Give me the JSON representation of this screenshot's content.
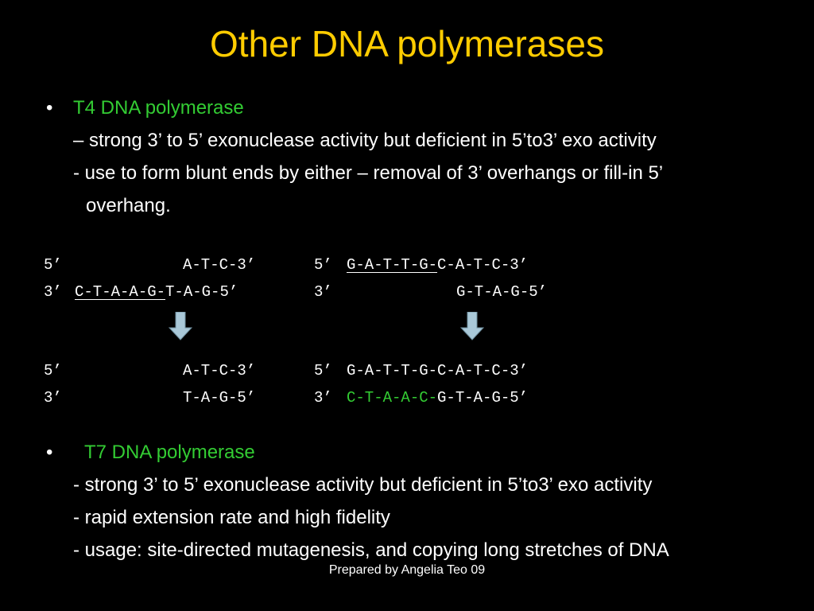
{
  "title": "Other DNA polymerases",
  "section1": {
    "bullet": "•",
    "heading": "T4 DNA polymerase",
    "lines": [
      "– strong 3’ to 5’ exonuclease activity but deficient in 5’to3’ exo activity",
      "- use to form blunt ends by either – removal of 3’ overhangs or fill-in 5’",
      "overhang."
    ]
  },
  "diagram": {
    "left_before": {
      "top_label": "5’",
      "top_seq": "A-T-C-3’",
      "bottom_label": "3’",
      "bottom_underlined": "C-T-A-A-G-",
      "bottom_rest": "T-A-G-5’"
    },
    "right_before": {
      "top_label": "5’",
      "top_underlined": "G-A-T-T-G-",
      "top_rest": "C-A-T-C-3’",
      "bottom_label": "3’",
      "bottom_seq": "G-T-A-G-5’"
    },
    "left_after": {
      "top_label": "5’",
      "top_seq": "A-T-C-3’",
      "bottom_label": "3’",
      "bottom_seq": "T-A-G-5’"
    },
    "right_after": {
      "top_label": "5’",
      "top_seq": "G-A-T-T-G-C-A-T-C-3’",
      "bottom_label": "3’",
      "bottom_green": "C-T-A-A-C-",
      "bottom_rest": "G-T-A-G-5’"
    },
    "arrow_color": "#a9c8d8"
  },
  "section2": {
    "bullet": "•",
    "heading": "T7 DNA polymerase",
    "lines": [
      "- strong 3’ to 5’ exonuclease activity but deficient in 5’to3’ exo activity",
      "- rapid extension rate and high fidelity",
      "- usage: site-directed mutagenesis, and copying long stretches of DNA"
    ]
  },
  "footer": "Prepared by Angelia Teo 09",
  "colors": {
    "background": "#000000",
    "title": "#ffcc00",
    "heading": "#33cc33",
    "text": "#ffffff"
  }
}
